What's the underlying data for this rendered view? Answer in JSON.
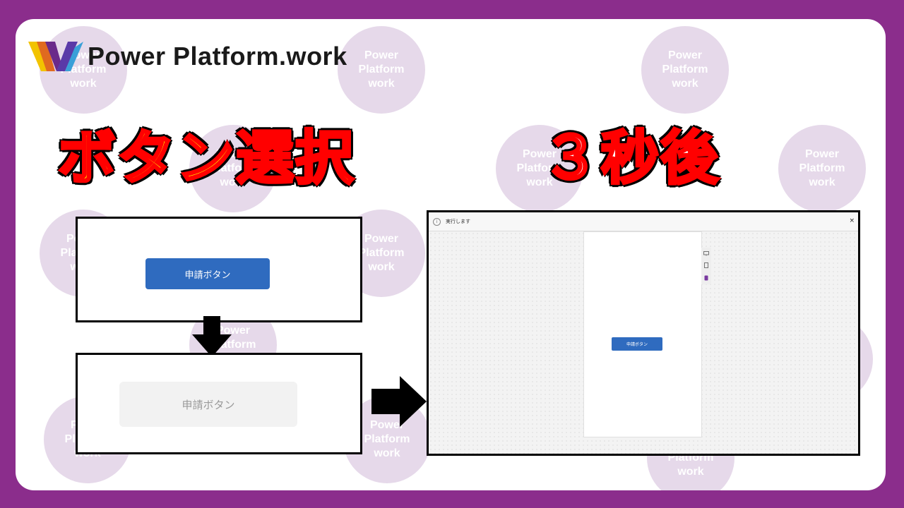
{
  "brand": {
    "name": "Power Platform.work"
  },
  "watermark": {
    "line1": "Power",
    "line2": "Platform",
    "line3": "work"
  },
  "headline": {
    "left": "ボタン選択",
    "right": "３秒後"
  },
  "panels": {
    "before_button_label": "申請ボタン",
    "after_button_label": "申請ボタン"
  },
  "preview": {
    "dialog_title": "実行します",
    "info_icon": "i",
    "close_label": "×",
    "button_label": "申請ボタン"
  },
  "colors": {
    "background": "#8b2d8c",
    "headline_fill": "#ffff00",
    "headline_stroke": "#ff0000",
    "button_blue": "#2f6bbf",
    "disabled_gray": "#f2f2f2"
  },
  "icons": [
    "brand-logo-icon",
    "down-arrow-icon",
    "right-arrow-icon",
    "info-icon",
    "close-icon",
    "monitor-icon",
    "tablet-icon",
    "phone-icon"
  ]
}
